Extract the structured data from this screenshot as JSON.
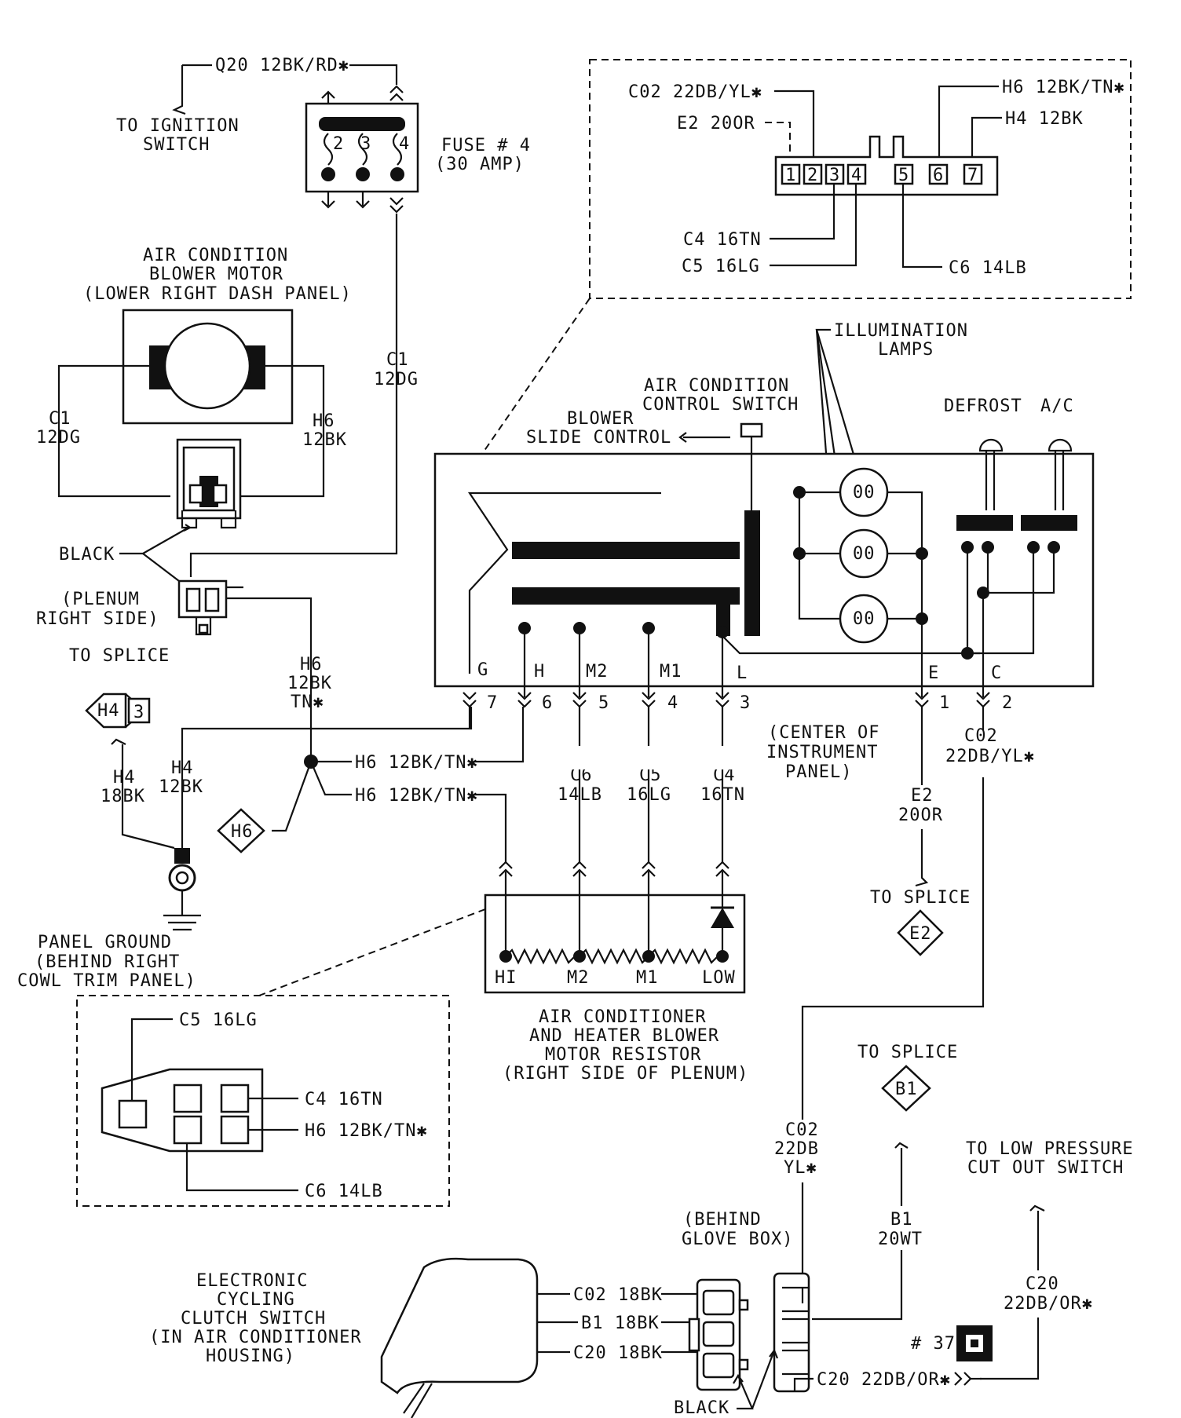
{
  "labels": {
    "q20": "Q20 12BK/RD✱",
    "ign1": "TO IGNITION",
    "ign2": "SWITCH",
    "fuse1": "FUSE # 4",
    "fuse2": "(30 AMP)",
    "fuse_t2": "2",
    "fuse_t3": "3",
    "fuse_t4": "4",
    "acbm1": "AIR CONDITION",
    "acbm2": "BLOWER MOTOR",
    "acbm3": "(LOWER RIGHT DASH PANEL)",
    "c1a1": "C1",
    "c1a2": "12DG",
    "c1b1": "C1",
    "c1b2": "12DG",
    "h6m1": "H6",
    "h6m2": "12BK",
    "black1": "BLACK",
    "plenum1": "(PLENUM",
    "plenum2": "RIGHT SIDE)",
    "tosplice1": "TO SPLICE",
    "h6s1": "H6",
    "h6s2": "12BK",
    "h6s3": "TN✱",
    "h4tag": "H4",
    "h4tagn": "3",
    "h4a1": "H4",
    "h4a2": "18BK",
    "h4b1": "H4",
    "h4b2": "12BK",
    "h6tag": "H6",
    "h6w1": "H6 12BK/TN✱",
    "h6w2": "H6 12BK/TN✱",
    "pg1": "PANEL GROUND",
    "pg2": "(BEHIND RIGHT",
    "pg3": "COWL TRIM PANEL)",
    "inset1_c02": "C02 22DB/YL✱",
    "inset1_e2": "E2 20OR",
    "inset1_h6": "H6 12BK/TN✱",
    "inset1_h4": "H4 12BK",
    "inset1_c4": "C4 16TN",
    "inset1_c5": "C5 16LG",
    "inset1_c6": "C6 14LB",
    "pin1": "1",
    "pin2": "2",
    "pin3": "3",
    "pin4": "4",
    "pin5": "5",
    "pin6": "6",
    "pin7": "7",
    "illum1": "ILLUMINATION",
    "illum2": "LAMPS",
    "accs1": "AIR CONDITION",
    "accs2": "CONTROL SWITCH",
    "bsc1": "BLOWER",
    "bsc2": "SLIDE CONTROL",
    "defrost": "DEFROST",
    "ac": "A/C",
    "lamp": "00",
    "sw_g": "G",
    "sw_h": "H",
    "sw_m2": "M2",
    "sw_m1": "M1",
    "sw_l": "L",
    "sw_e": "E",
    "sw_c": "C",
    "cn7": "7",
    "cn6": "6",
    "cn5": "5",
    "cn4": "4",
    "cn3": "3",
    "cn1": "1",
    "cn2": "2",
    "cip1": "(CENTER OF",
    "cip2": "INSTRUMENT",
    "cip3": "PANEL)",
    "c6w1": "C6",
    "c6w2": "14LB",
    "c5w1": "C5",
    "c5w2": "16LG",
    "c4w1": "C4",
    "c4w2": "16TN",
    "e2w1": "E2",
    "e2w2": "20OR",
    "c02w1": "C02",
    "c02w2": "22DB/YL✱",
    "tosplice_e2": "TO SPLICE",
    "e2tag": "E2",
    "res_hi": "HI",
    "res_m2": "M2",
    "res_m1": "M1",
    "res_low": "LOW",
    "res1": "AIR CONDITIONER",
    "res2": "AND HEATER BLOWER",
    "res3": "MOTOR RESISTOR",
    "res4": "(RIGHT SIDE OF PLENUM)",
    "inset2_c5": "C5 16LG",
    "inset2_c4": "C4 16TN",
    "inset2_h6": "H6 12BK/TN✱",
    "inset2_c6": "C6 14LB",
    "tosplice_b1": "TO SPLICE",
    "b1tag": "B1",
    "c02v1": "C02",
    "c02v2": "22DB",
    "c02v3": "YL✱",
    "lp1": "TO LOW PRESSURE",
    "lp2": "CUT OUT SWITCH",
    "gb1": "(BEHIND",
    "gb2": "GLOVE BOX)",
    "b1w1": "B1",
    "b1w2": "20WT",
    "c20w1": "C20",
    "c20w2": "22DB/OR✱",
    "num37": "# 37",
    "eccs1": "ELECTRONIC",
    "eccs2": "CYCLING",
    "eccs3": "CLUTCH SWITCH",
    "eccs4": "(IN AIR CONDITIONER",
    "eccs5": "HOUSING)",
    "ec_c02": "C02 18BK",
    "ec_b1": "B1 18BK",
    "ec_c20": "C20 18BK",
    "c20h": "C20 22DB/OR✱",
    "black2": "BLACK"
  }
}
